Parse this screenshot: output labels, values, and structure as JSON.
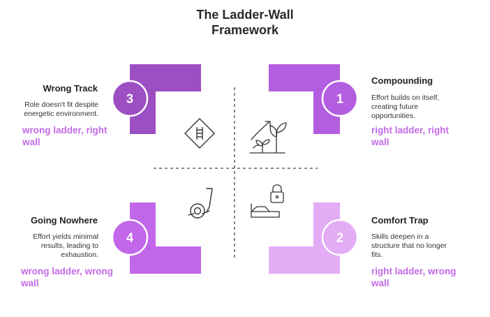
{
  "title_line1": "The Ladder-Wall",
  "title_line2": "Framework",
  "quadrants": {
    "q1": {
      "number": "1",
      "title": "Compounding",
      "desc": [
        "Effort builds on itself,",
        "creating future",
        "opportunities."
      ],
      "tag": [
        "right ladder, right",
        "wall"
      ]
    },
    "q2": {
      "number": "2",
      "title": "Comfort Trap",
      "desc": [
        "Skills deepen in a",
        "structure that no longer",
        "fits."
      ],
      "tag": [
        "right ladder, wrong",
        "wall"
      ]
    },
    "q3": {
      "number": "3",
      "title": "Wrong Track",
      "desc": [
        "Role doesn't fit despite",
        "energetic environment."
      ],
      "tag": [
        "wrong ladder, right",
        "wall"
      ]
    },
    "q4": {
      "number": "4",
      "title": "Going Nowhere",
      "desc": [
        "Effort yields minimal",
        "results, leading to",
        "exhaustion."
      ],
      "tag": [
        "wrong ladder, wrong",
        "wall"
      ]
    }
  },
  "colors": {
    "q1": "#b35ee0",
    "q2": "#e3acf5",
    "q3": "#9b4fc2",
    "q4": "#c266ea",
    "tag": "#c26ae6"
  },
  "icons": {
    "q1": "growing-plant-icon",
    "q2": "locked-bed-icon",
    "q3": "railroad-crossing-sign-icon",
    "q4": "treadmill-icon"
  }
}
